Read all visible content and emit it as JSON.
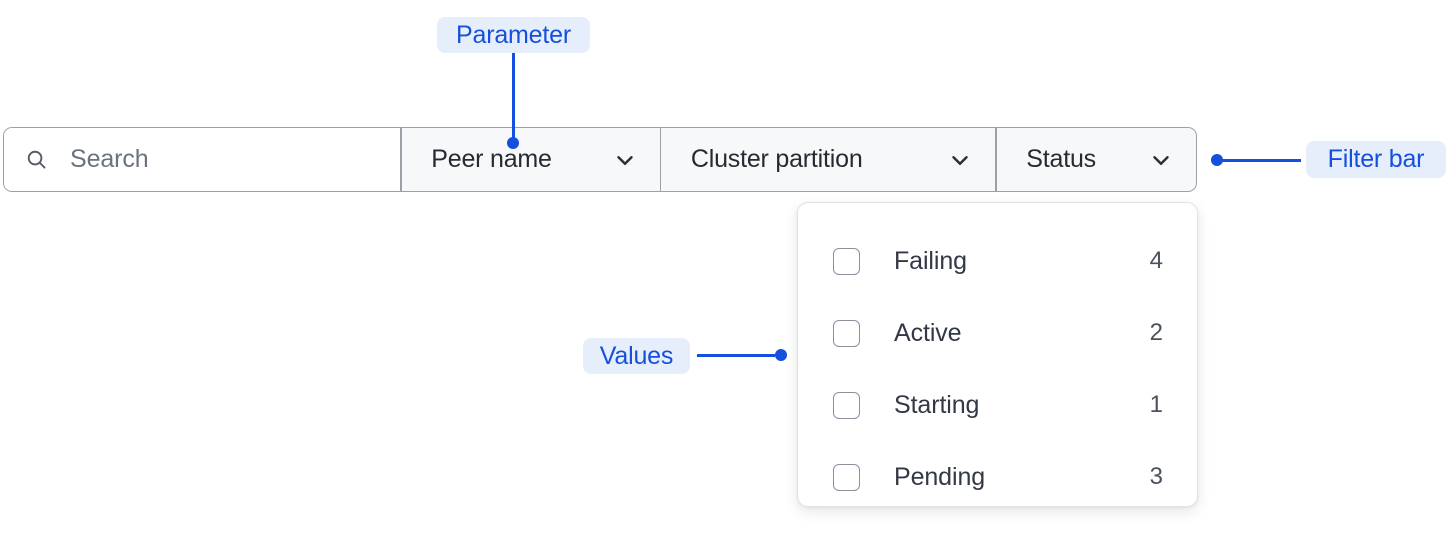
{
  "filter_bar": {
    "search": {
      "placeholder": "Search",
      "icon": "search-icon",
      "value": ""
    },
    "dropdowns": [
      {
        "label": "Peer name",
        "icon": "chevron-down-icon",
        "expanded": false
      },
      {
        "label": "Cluster partition",
        "icon": "chevron-down-icon",
        "expanded": false
      },
      {
        "label": "Status",
        "icon": "chevron-down-icon",
        "expanded": true
      }
    ]
  },
  "dropdown_panel": {
    "for": "Status",
    "options": [
      {
        "label": "Failing",
        "count": "4",
        "checked": false
      },
      {
        "label": "Active",
        "count": "2",
        "checked": false
      },
      {
        "label": "Starting",
        "count": "1",
        "checked": false
      },
      {
        "label": "Pending",
        "count": "3",
        "checked": false
      }
    ]
  },
  "annotations": [
    {
      "id": "parameter",
      "label": "Parameter"
    },
    {
      "id": "values",
      "label": "Values"
    },
    {
      "id": "filter-bar",
      "label": "Filter bar"
    }
  ],
  "colors": {
    "annotation_text": "#1450dd",
    "annotation_bg": "#e6eefc",
    "bar_border": "#9ba1ab",
    "segment_bg": "#f7f8f9",
    "search_bg": "#ffffff",
    "label_text": "#262b33",
    "placeholder_text": "#6b7280"
  }
}
